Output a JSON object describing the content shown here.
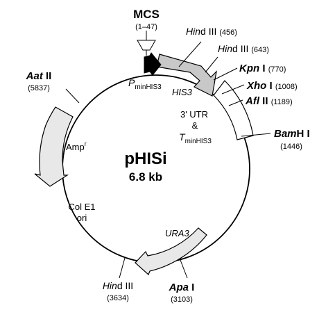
{
  "plasmid": {
    "name": "pHISi",
    "size": "6.8 kb"
  },
  "mcs": {
    "label": "MCS",
    "range": "(1–47)"
  },
  "sites": [
    {
      "id": "hind3-456",
      "pre": "Hin",
      "post": "d III",
      "pos": "(456)",
      "style": "italic-prefix"
    },
    {
      "id": "hind3-643",
      "pre": "Hin",
      "post": "d III",
      "pos": "(643)",
      "style": "italic-prefix"
    },
    {
      "id": "kpn1",
      "pre": "Kpn",
      "post": " I",
      "pos": "(770)",
      "style": "bold"
    },
    {
      "id": "xho1",
      "pre": "Xho",
      "post": " I",
      "pos": "(1008)",
      "style": "bold"
    },
    {
      "id": "afl2",
      "pre": "Afl",
      "post": " II",
      "pos": "(1189)",
      "style": "bold"
    },
    {
      "id": "bamh1",
      "pre": "Bam",
      "post": "H I",
      "pos": "(1446)",
      "style": "bold"
    },
    {
      "id": "apa1",
      "pre": "Apa",
      "post": " I",
      "pos": "(3103)",
      "style": "bold"
    },
    {
      "id": "hind3-3634",
      "pre": "Hin",
      "post": "d III",
      "pos": "(3634)",
      "style": "italic-prefix"
    },
    {
      "id": "aat2",
      "pre": "Aat",
      "post": " II",
      "pos": "(5837)",
      "style": "bold"
    }
  ],
  "features": {
    "promoter": {
      "p": "P",
      "sub": "minHIS3"
    },
    "his3": "HIS3",
    "utr": {
      "line1": "3' UTR",
      "line2": "&",
      "t": "T",
      "sub": "minHIS3"
    },
    "ura3": "URA3",
    "amp": {
      "base": "Amp",
      "sup": "r"
    },
    "colE1": {
      "line1": "Col E1",
      "line2": "ori"
    }
  },
  "colors": {
    "his3_fill": "#c8c8c8",
    "amp_fill": "#e8e8e8",
    "utr_fill": "#ffffff",
    "ura3_fill": "#e8e8e8",
    "promoter_fill": "#000000"
  }
}
